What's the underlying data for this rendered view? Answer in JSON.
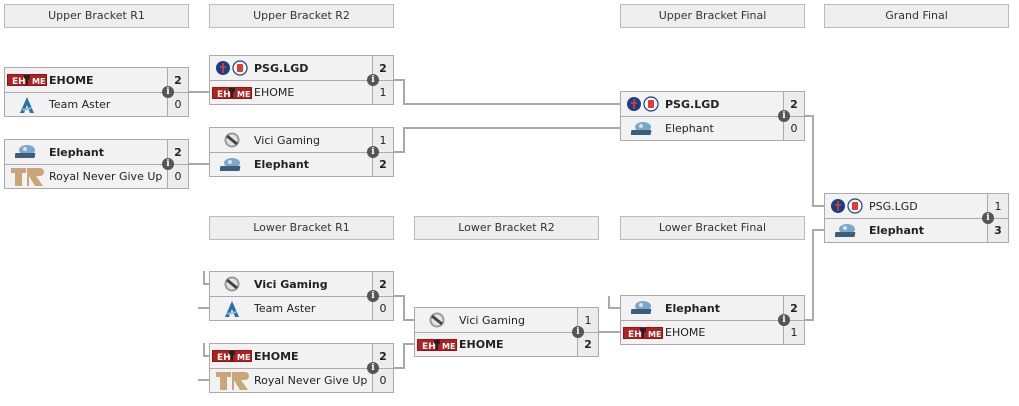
{
  "headers": {
    "ub_r1": "Upper Bracket R1",
    "ub_r2": "Upper Bracket R2",
    "ub_final": "Upper Bracket Final",
    "grand_final": "Grand Final",
    "lb_r1": "Lower Bracket R1",
    "lb_r2": "Lower Bracket R2",
    "lb_final": "Lower Bracket Final"
  },
  "info_glyph": "i",
  "matches": {
    "ub_r1_m1": {
      "teams": [
        {
          "name": "EHOME",
          "score": "2",
          "logo": "ehome-logo",
          "winner": true
        },
        {
          "name": "Team Aster",
          "score": "0",
          "logo": "team-aster-logo",
          "winner": false
        }
      ]
    },
    "ub_r1_m2": {
      "teams": [
        {
          "name": "Elephant",
          "score": "2",
          "logo": "elephant-logo",
          "winner": true
        },
        {
          "name": "Royal Never Give Up",
          "score": "0",
          "logo": "rng-logo",
          "winner": false
        }
      ]
    },
    "ub_r2_m1": {
      "teams": [
        {
          "name": "PSG.LGD",
          "score": "2",
          "logo": "psg-lgd-logo",
          "winner": true
        },
        {
          "name": "EHOME",
          "score": "1",
          "logo": "ehome-logo",
          "winner": false
        }
      ]
    },
    "ub_r2_m2": {
      "teams": [
        {
          "name": "Vici Gaming",
          "score": "1",
          "logo": "vici-gaming-logo",
          "winner": false
        },
        {
          "name": "Elephant",
          "score": "2",
          "logo": "elephant-logo",
          "winner": true
        }
      ]
    },
    "ub_final": {
      "teams": [
        {
          "name": "PSG.LGD",
          "score": "2",
          "logo": "psg-lgd-logo",
          "winner": true
        },
        {
          "name": "Elephant",
          "score": "0",
          "logo": "elephant-logo",
          "winner": false
        }
      ]
    },
    "grand_final": {
      "teams": [
        {
          "name": "PSG.LGD",
          "score": "1",
          "logo": "psg-lgd-logo",
          "winner": false
        },
        {
          "name": "Elephant",
          "score": "3",
          "logo": "elephant-logo",
          "winner": true
        }
      ]
    },
    "lb_r1_m1": {
      "teams": [
        {
          "name": "Vici Gaming",
          "score": "2",
          "logo": "vici-gaming-logo",
          "winner": true
        },
        {
          "name": "Team Aster",
          "score": "0",
          "logo": "team-aster-logo",
          "winner": false
        }
      ]
    },
    "lb_r1_m2": {
      "teams": [
        {
          "name": "EHOME",
          "score": "2",
          "logo": "ehome-logo",
          "winner": true
        },
        {
          "name": "Royal Never Give Up",
          "score": "0",
          "logo": "rng-logo",
          "winner": false
        }
      ]
    },
    "lb_r2": {
      "teams": [
        {
          "name": "Vici Gaming",
          "score": "1",
          "logo": "vici-gaming-logo",
          "winner": false
        },
        {
          "name": "EHOME",
          "score": "2",
          "logo": "ehome-logo",
          "winner": true
        }
      ]
    },
    "lb_final": {
      "teams": [
        {
          "name": "Elephant",
          "score": "2",
          "logo": "elephant-logo",
          "winner": true
        },
        {
          "name": "EHOME",
          "score": "1",
          "logo": "ehome-logo",
          "winner": false
        }
      ]
    }
  },
  "colors": {
    "line": "#aaaaaa",
    "header_bg": "#eeeeee",
    "match_bg": "#f2f2f2",
    "info_bg": "#555555"
  }
}
